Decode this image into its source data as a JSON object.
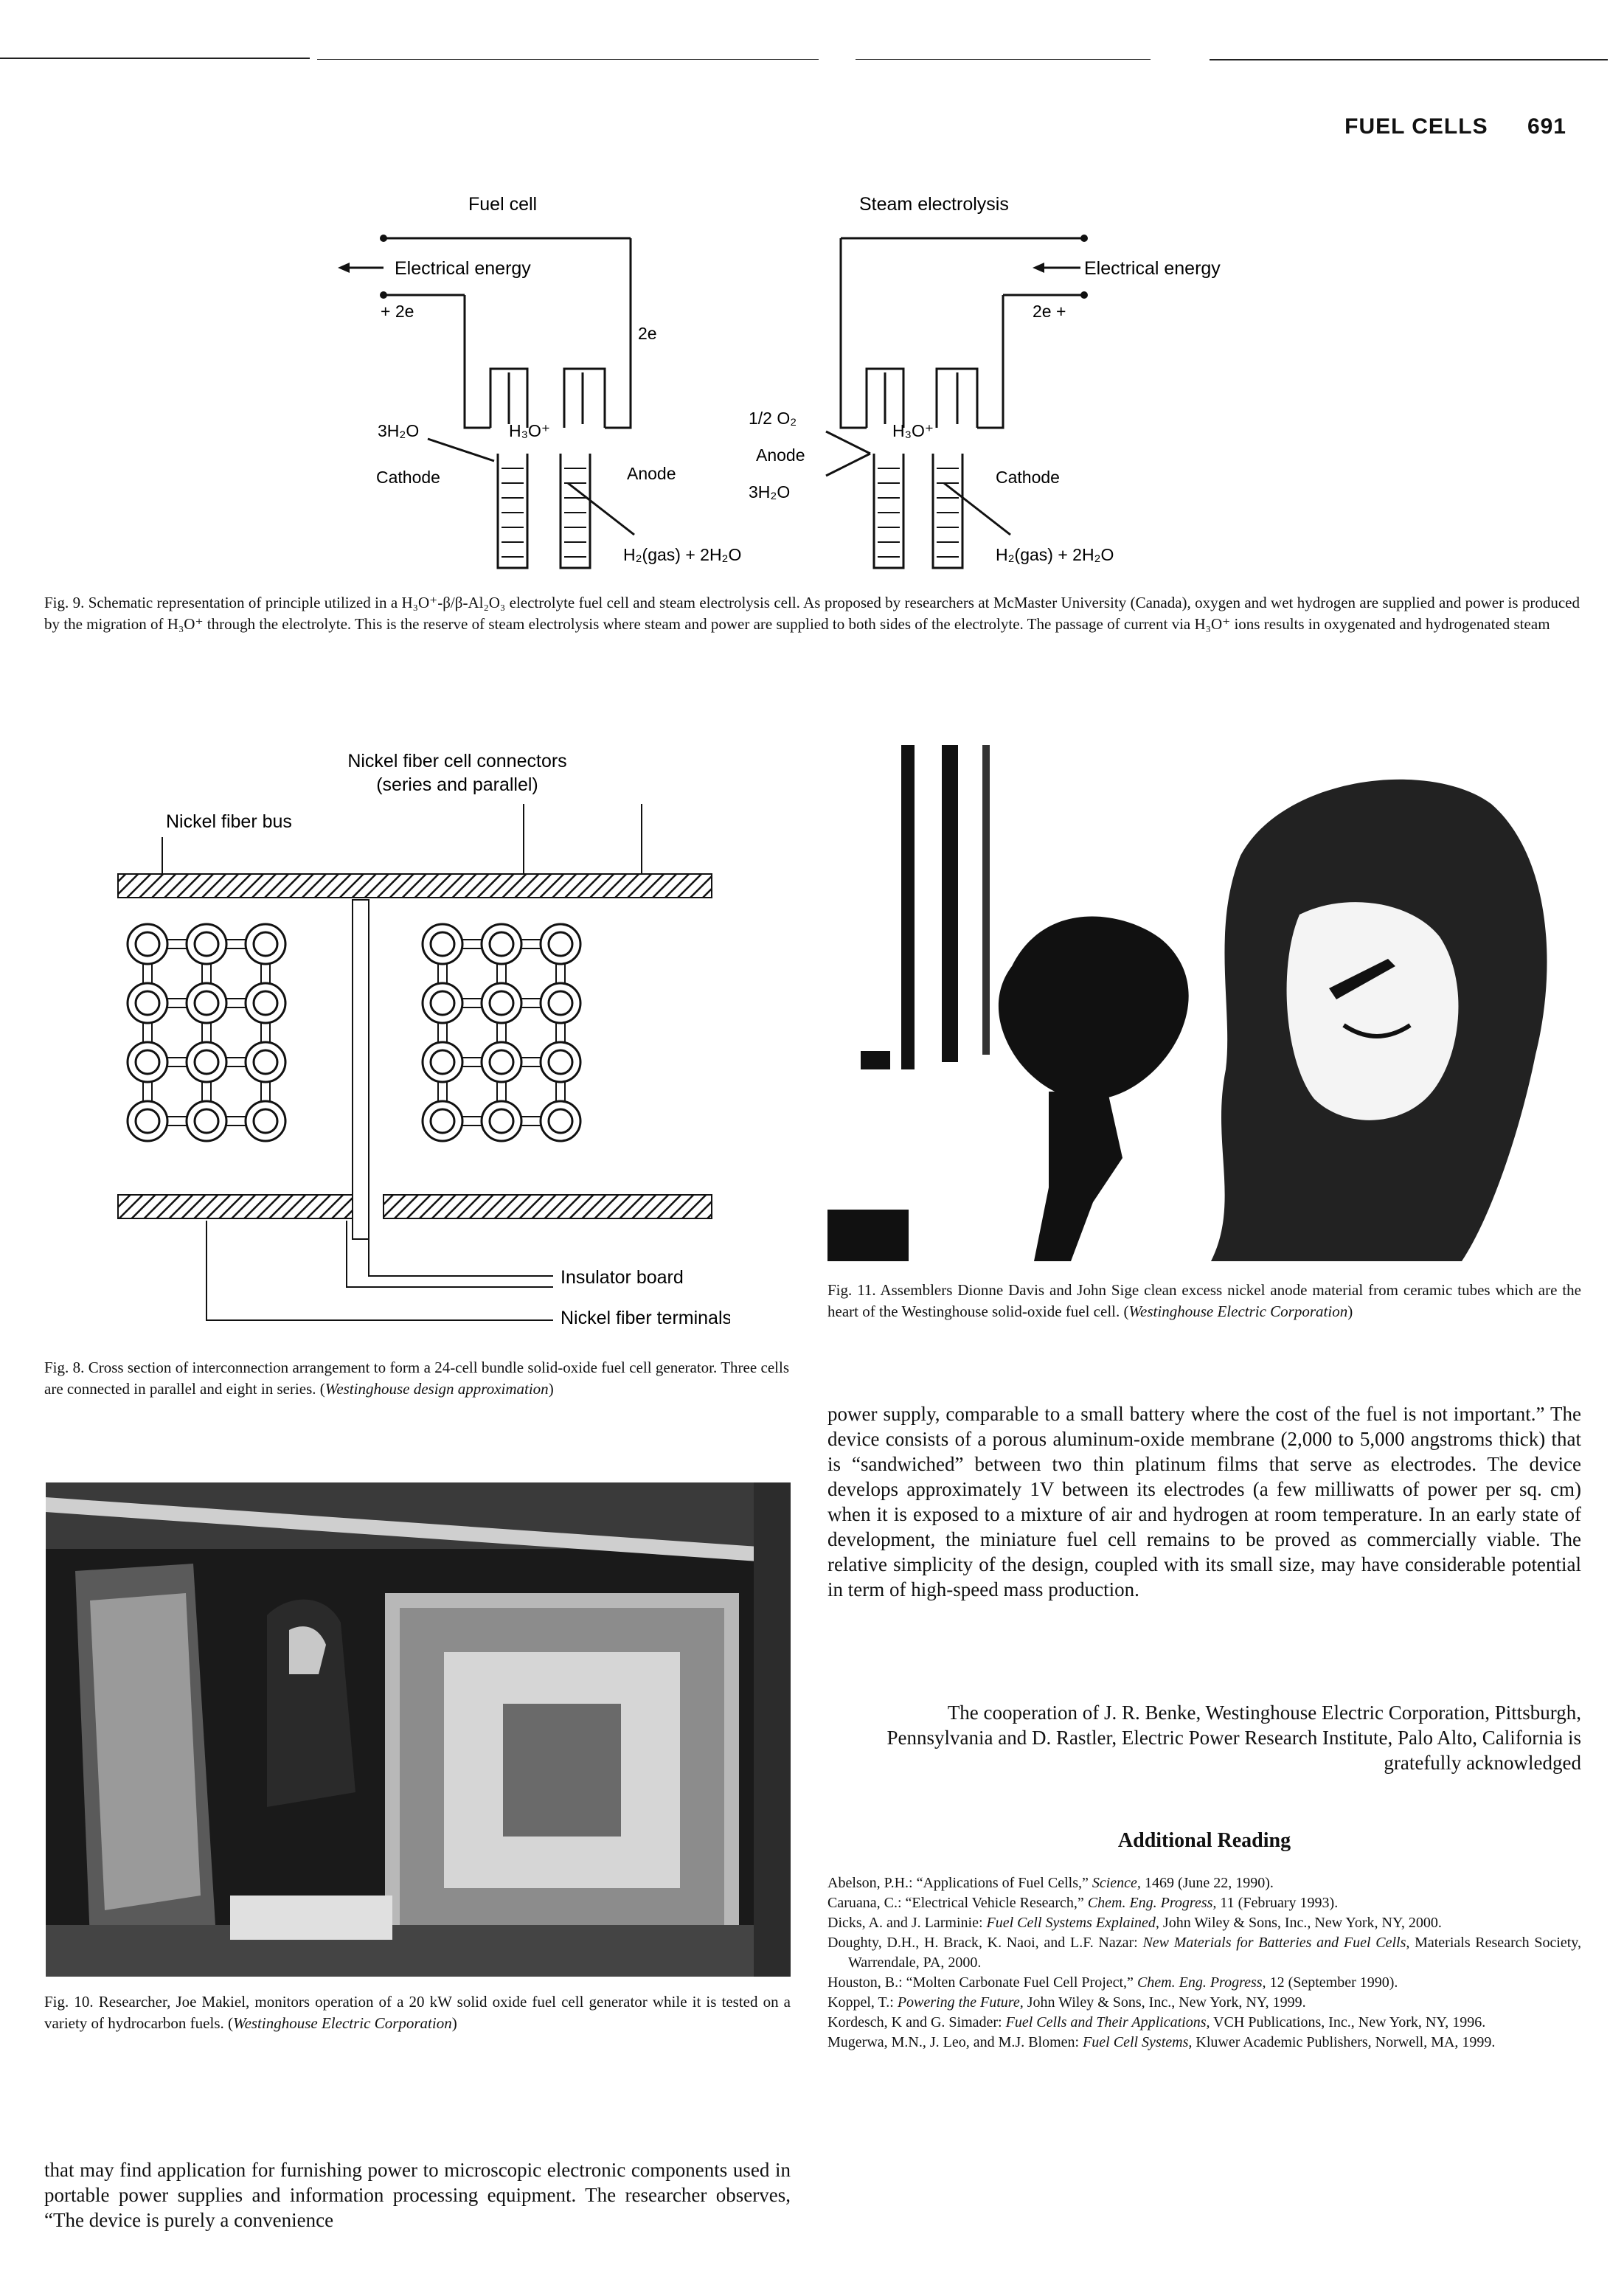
{
  "header": {
    "section": "FUEL CELLS",
    "page_number": "691"
  },
  "fig9": {
    "left_title": "Fuel cell",
    "right_title": "Steam electrolysis",
    "electrical_energy_left": "Electrical energy",
    "electrical_energy_right": "Electrical energy",
    "plus_2e_left": "+ 2e",
    "e_2_left": "2e",
    "e_2_right": "2e +",
    "water_left": "3H₂O",
    "hydronium_left": "H₃O⁺",
    "cathode_left": "Cathode",
    "anode_left": "Anode",
    "products_left": "H₂(gas) + 2H₂O",
    "half_o2": "1/2 O₂",
    "anode_right": "Anode",
    "water_right": "3H₂O",
    "hydronium_right": "H₃O⁺",
    "cathode_right": "Cathode",
    "products_right": "H₂(gas) + 2H₂O",
    "caption": "Fig. 9.  Schematic representation of principle utilized in a H₃O⁺-β/β-Al₂O₃ electrolyte fuel cell and steam electrolysis cell. As proposed by researchers at McMaster University (Canada), oxygen and wet hydrogen are supplied and power is produced by the migration of H₃O⁺ through the electrolyte. This is the reserve of steam electrolysis where steam and power are supplied to both sides of the electrolyte. The passage of current via H₃O⁺ ions results in oxygenated and hydrogenated steam"
  },
  "fig8": {
    "label_connectors_line1": "Nickel fiber cell connectors",
    "label_connectors_line2": "(series and parallel)",
    "label_bus": "Nickel fiber bus",
    "label_insulator": "Insulator board",
    "label_terminals": "Nickel fiber terminals",
    "caption_lead": "Fig. 8.  Cross section of interconnection arrangement to form a 24-cell bundle solid-oxide fuel cell generator. Three cells are connected in parallel and eight in series. (",
    "caption_credit": "Westinghouse design approximation",
    "caption_tail": ")"
  },
  "fig11": {
    "caption_lead": "Fig. 11.  Assemblers Dionne Davis and John Sige clean excess nickel anode material from ceramic tubes which are the heart of the Westinghouse solid-oxide fuel cell. (",
    "caption_credit": "Westinghouse Electric Corporation",
    "caption_tail": ")"
  },
  "fig10": {
    "caption_lead": "Fig. 10.  Researcher, Joe Makiel, monitors operation of a 20 kW solid oxide fuel cell generator while it is tested on a variety of hydrocarbon fuels. (",
    "caption_credit": "Westinghouse Electric Corporation",
    "caption_tail": ")"
  },
  "text": {
    "left_bottom": "that may find application for furnishing power to microscopic electronic components used in portable power supplies and information processing equipment. The researcher observes, “The device is purely a convenience",
    "right_para": "power supply, comparable to a small battery where the cost of the fuel is not important.” The device consists of a porous aluminum-oxide membrane (2,000 to 5,000 angstroms thick) that is “sandwiched” between two thin platinum films that serve as electrodes. The device develops approximately 1V between its electrodes (a few milliwatts of power per sq. cm) when it is exposed to a mixture of air and hydrogen at room temperature. In an early state of development, the miniature fuel cell remains to be proved as commercially viable. The relative simplicity of the design, coupled with its small size, may have considerable potential in term of high-speed mass production.",
    "acknowledgment": "The cooperation of J. R. Benke, Westinghouse Electric Corporation, Pittsburgh, Pennsylvania and D. Rastler, Electric Power Research Institute, Palo Alto, California is gratefully acknowledged"
  },
  "reading": {
    "heading": "Additional Reading",
    "refs": [
      {
        "pre": "Abelson, P.H.: “Applications of Fuel Cells,” ",
        "ital": "Science,",
        "post": " 1469 (June 22, 1990)."
      },
      {
        "pre": "Caruana, C.: “Electrical Vehicle Research,” ",
        "ital": "Chem. Eng. Progress,",
        "post": " 11 (February 1993)."
      },
      {
        "pre": "Dicks, A. and J. Larminie: ",
        "ital": "Fuel Cell Systems Explained,",
        "post": " John Wiley & Sons, Inc., New York, NY, 2000."
      },
      {
        "pre": "Doughty, D.H., H. Brack, K. Naoi, and L.F. Nazar: ",
        "ital": "New Materials for Batteries and Fuel Cells,",
        "post": " Materials Research Society, Warrendale, PA, 2000."
      },
      {
        "pre": "Houston, B.: “Molten Carbonate Fuel Cell Project,” ",
        "ital": "Chem. Eng. Progress,",
        "post": " 12 (September 1990)."
      },
      {
        "pre": "Koppel, T.: ",
        "ital": "Powering the Future,",
        "post": " John Wiley & Sons, Inc., New York, NY, 1999."
      },
      {
        "pre": "Kordesch, K and G. Simader: ",
        "ital": "Fuel Cells and Their Applications,",
        "post": " VCH Publications, Inc., New York, NY, 1996."
      },
      {
        "pre": "Mugerwa, M.N., J. Leo, and M.J. Blomen: ",
        "ital": "Fuel Cell Systems,",
        "post": " Kluwer Academic Publishers, Norwell, MA, 1999."
      }
    ]
  }
}
